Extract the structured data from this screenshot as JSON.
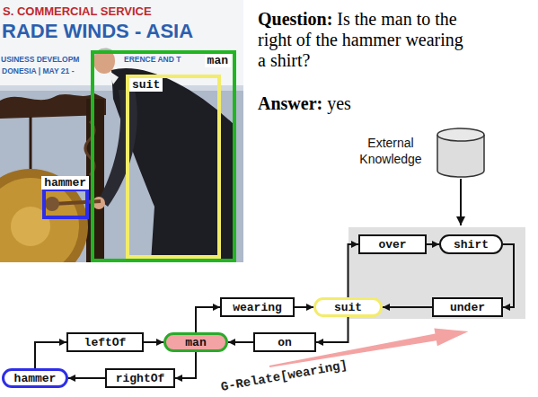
{
  "diagram": {
    "nodes": [
      {
        "text": [
          "man"
        ]
      },
      {
        "text": [
          "suit"
        ],
        "in": 0
      },
      {
        "text": [
          "hammer"
        ]
      },
      {
        "text": [
          "over"
        ]
      },
      {
        "text": [
          "shirt"
        ]
      },
      {
        "text": [
          "wearing"
        ]
      },
      {
        "text": [
          "suit"
        ]
      },
      {
        "text": [
          "under"
        ]
      },
      {
        "text": [
          "leftOf"
        ]
      },
      {
        "text": [
          "man"
        ]
      },
      {
        "text": [
          "on"
        ]
      },
      {
        "text": [
          "hammer"
        ]
      },
      {
        "text": [
          "rightOf"
        ]
      }
    ],
    "edges": [
      {
        "from": 11,
        "to": 8,
        "arrow": "to"
      },
      {
        "from": 8,
        "to": 9,
        "arrow": "to"
      },
      {
        "from": 9,
        "to": 12,
        "arrow": "to"
      },
      {
        "from": 12,
        "to": 11,
        "arrow": "to"
      },
      {
        "from": 9,
        "to": 5,
        "arrow": "to"
      },
      {
        "from": 5,
        "to": 6,
        "arrow": "to"
      },
      {
        "from": 6,
        "to": 10,
        "arrow": "to"
      },
      {
        "from": 10,
        "to": 9,
        "arrow": "to"
      },
      {
        "from": 6,
        "to": 3,
        "arrow": "to"
      },
      {
        "from": 3,
        "to": 4,
        "arrow": "to"
      },
      {
        "from": 4,
        "to": 7,
        "arrow": "to"
      },
      {
        "from": 7,
        "to": 6,
        "arrow": "to"
      }
    ],
    "labels": [
      "S. COMMERCIAL SERVICE",
      "RADE WINDS - ASIA",
      "USINESS DEVELOPM",
      "ERENCE AND T",
      "DONESIA | MAY 21 -",
      "Question:",
      "Is the man to the right of the hammer wearing a shirt?",
      "Answer:",
      "yes",
      "External Knowledge",
      "G-Relate[wearing]"
    ]
  }
}
